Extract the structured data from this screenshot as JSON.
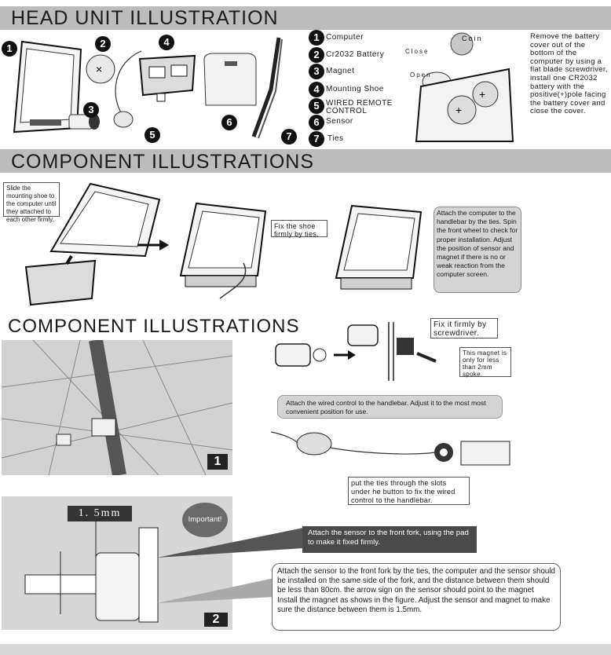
{
  "banners": {
    "head_unit": "HEAD UNIT ILLUSTRATION",
    "component_1": "COMPONENT ILLUSTRATIONS",
    "component_2": "COMPONENT ILLUSTRATIONS"
  },
  "parts": [
    {
      "n": "1",
      "label": "Computer"
    },
    {
      "n": "2",
      "label": "Cr2032 Battery"
    },
    {
      "n": "3",
      "label": "Magnet"
    },
    {
      "n": "4",
      "label": "Mounting Shoe"
    },
    {
      "n": "5",
      "label": "WIRED REMOTE CONTROL"
    },
    {
      "n": "6",
      "label": "Sensor"
    },
    {
      "n": "7",
      "label": "Ties"
    }
  ],
  "battery": {
    "coin": "Coin",
    "close": "Close",
    "open": "Open",
    "plus": "+",
    "instruction": "Remove the battery cover out of the bottom of the computer by using a flat blade screwdriver, install one CR2032 battery with the positive(+)pole facing the battery cover and close the cover."
  },
  "mount": {
    "slide_note": "Slide the mounting shoe to the computer until they attached to each other firmly.",
    "fix_shoe": "Fix the shoe firmly by ties.",
    "attach_note": "Attach the computer to the handlebar by the ties. Spin the front wheel to check for proper installation. Adjust the position of sensor and magnet if there is no or weak reaction from the computer screen."
  },
  "sensor": {
    "fix_screw": "Fix it firmly by screwdriver.",
    "magnet_note": "This magnet is only for less than 2mm spoke.",
    "wired_note": "Attach the wired control to the handlebar. Adjust it to the most most convenient position for use.",
    "ties_note": "put the ties through the slots under he button to fix the wired control to the handlebar.",
    "photo1_num": "1",
    "photo2_num": "2",
    "gap": "1. 5mm",
    "important": "Important!",
    "fork_note": "Attach the sensor to the front fork, using the pad to make it fixed firmly.",
    "final_note": "Attach the sensor to the  front fork by the ties, the  computer and the sensor should be installed on the same side of the fork, and the distance between them should be less than 80cm. the arrow sign on the sensor should point to the magnet Install the magnet as shows in the figure. Adjust the sensor and magnet to make sure the distance between them is 1.5mm."
  }
}
